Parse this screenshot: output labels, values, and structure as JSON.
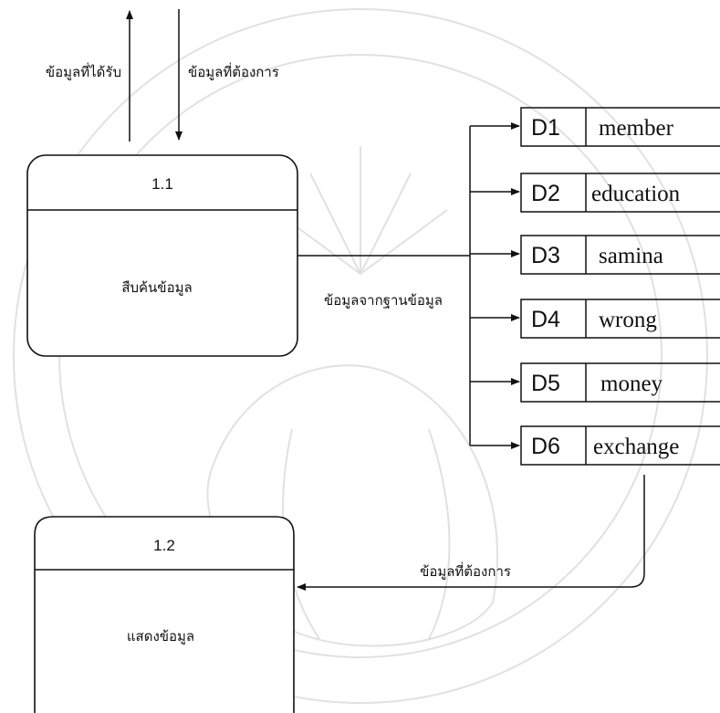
{
  "top_flows": {
    "received_label": "ข้อมูลที่ได้รับ",
    "wanted_label": "ข้อมูลที่ต้องการ"
  },
  "process_1": {
    "number": "1.1",
    "name": "สืบค้นข้อมูล"
  },
  "process_2": {
    "number": "1.2",
    "name": "แสดงข้อมูล"
  },
  "db_flow_label": "ข้อมูลจากฐานข้อมูล",
  "return_flow_label": "ข้อมูลที่ต้องการ",
  "data_stores": [
    {
      "id": "D1",
      "name": "member"
    },
    {
      "id": "D2",
      "name": "education"
    },
    {
      "id": "D3",
      "name": "samina"
    },
    {
      "id": "D4",
      "name": "wrong"
    },
    {
      "id": "D5",
      "name": "money"
    },
    {
      "id": "D6",
      "name": "exchange"
    }
  ]
}
